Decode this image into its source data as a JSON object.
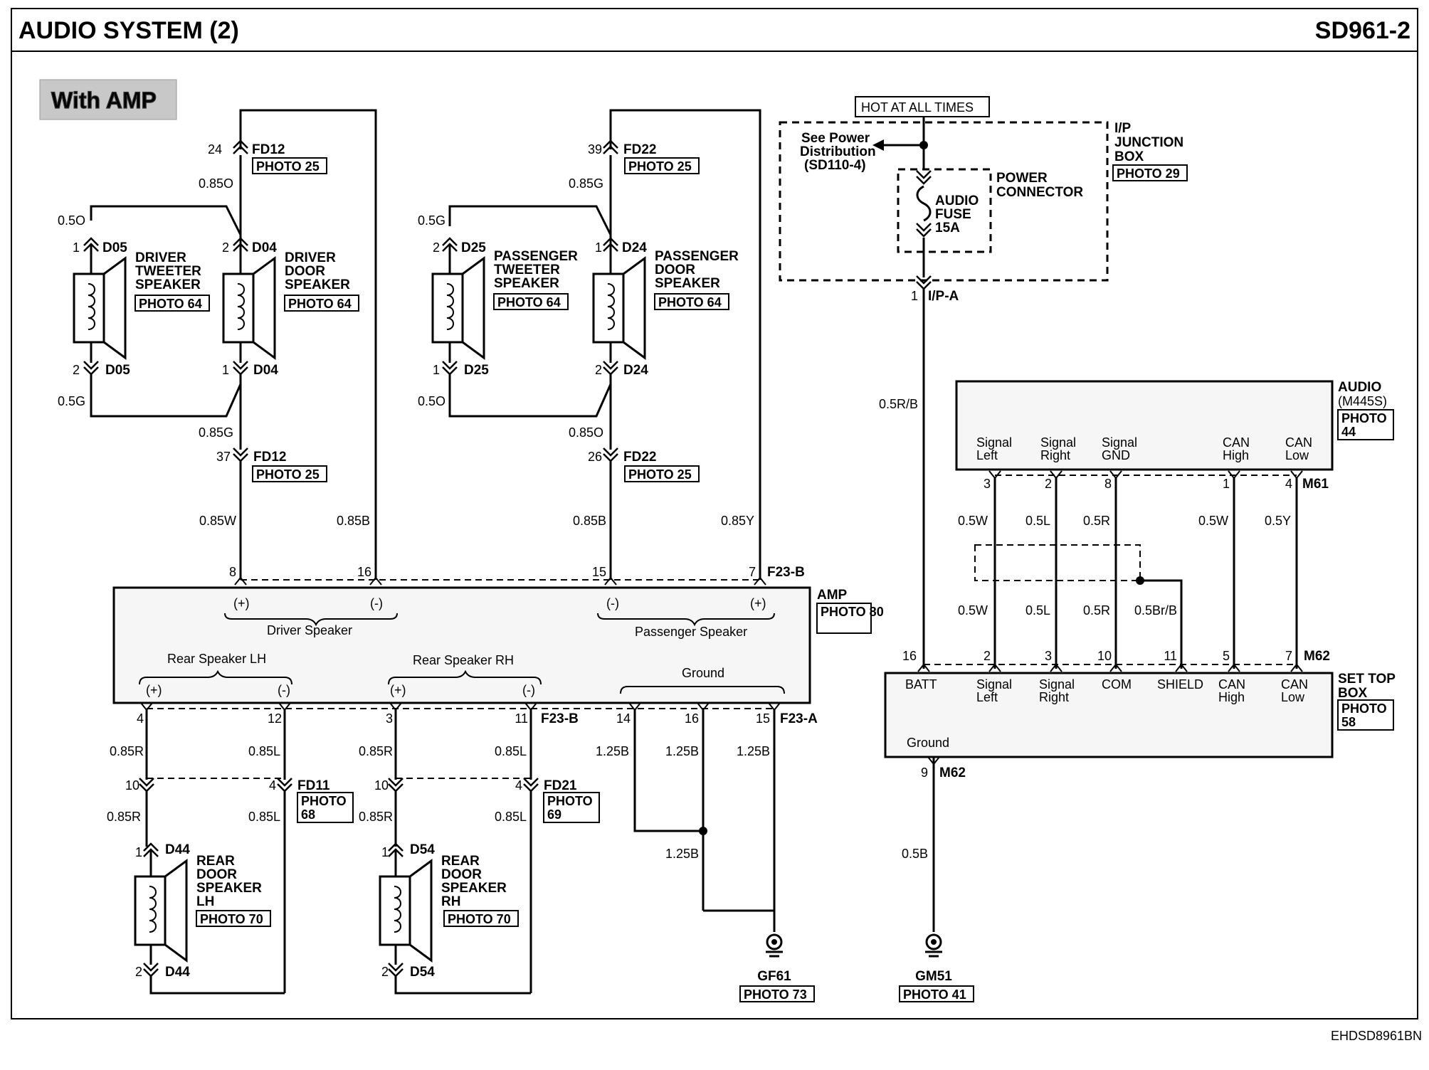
{
  "header": {
    "title": "AUDIO SYSTEM (2)",
    "code": "SD961-2"
  },
  "with_amp": "With AMP",
  "footer_code": "EHDSD8961BN",
  "hot": "HOT AT ALL TIMES",
  "ipjb": {
    "l1": "I/P",
    "l2": "JUNCTION",
    "l3": "BOX",
    "photo": "PHOTO 29"
  },
  "see_power": {
    "l1": "See Power",
    "l2": "Distribution",
    "l3": "(SD110-4)"
  },
  "fuse": {
    "l1": "AUDIO",
    "l2": "FUSE",
    "l3": "15A"
  },
  "power_conn": {
    "l1": "POWER",
    "l2": "CONNECTOR"
  },
  "ipa": {
    "pin": "1",
    "name": "I/P-A",
    "wire": "0.5R/B"
  },
  "spk": {
    "dtw": {
      "l1": "DRIVER",
      "l2": "TWEETER",
      "l3": "SPEAKER",
      "photo": "PHOTO 64",
      "top_conn": "D05",
      "top_pin": "1",
      "bot_conn": "D05",
      "bot_pin": "2",
      "top_wire": "0.5O",
      "bot_wire": "0.5G"
    },
    "dds": {
      "l1": "DRIVER",
      "l2": "DOOR",
      "l3": "SPEAKER",
      "photo": "PHOTO 64",
      "top_conn": "D04",
      "top_pin": "2",
      "bot_conn": "D04",
      "bot_pin": "1"
    },
    "ptw": {
      "l1": "PASSENGER",
      "l2": "TWEETER",
      "l3": "SPEAKER",
      "photo": "PHOTO 64",
      "top_conn": "D25",
      "top_pin": "2",
      "bot_conn": "D25",
      "bot_pin": "1",
      "top_wire": "0.5G",
      "bot_wire": "0.5O"
    },
    "pds": {
      "l1": "PASSENGER",
      "l2": "DOOR",
      "l3": "SPEAKER",
      "photo": "PHOTO 64",
      "top_conn": "D24",
      "top_pin": "1",
      "bot_conn": "D24",
      "bot_pin": "2"
    },
    "rlh": {
      "l1": "REAR",
      "l2": "DOOR",
      "l3": "SPEAKER",
      "l4": "LH",
      "photo": "PHOTO 70",
      "top_conn": "D44",
      "top_pin": "1",
      "bot_conn": "D44",
      "bot_pin": "2"
    },
    "rrh": {
      "l1": "REAR",
      "l2": "DOOR",
      "l3": "SPEAKER",
      "l4": "RH",
      "photo": "PHOTO 70",
      "top_conn": "D54",
      "top_pin": "1",
      "bot_conn": "D54",
      "bot_pin": "2"
    }
  },
  "fd12": {
    "name": "FD12",
    "photo": "PHOTO 25",
    "pin_top": "24",
    "pin_bot": "37",
    "wire_top": "0.85O",
    "wire_bot": "0.85G"
  },
  "fd22": {
    "name": "FD22",
    "photo": "PHOTO 25",
    "pin_top": "39",
    "pin_bot": "26",
    "wire_top": "0.85G",
    "wire_bot": "0.85O"
  },
  "drv_wires": {
    "w1": "0.85W",
    "w2": "0.85B"
  },
  "pas_wires": {
    "w1": "0.85B",
    "w2": "0.85Y"
  },
  "f23b_top": {
    "name": "F23-B",
    "p8": "8",
    "p16": "16",
    "p15": "15",
    "p7": "7"
  },
  "amp": {
    "name": "AMP",
    "photo": "PHOTO 80",
    "plus": "(+)",
    "minus": "(-)",
    "driver": "Driver Speaker",
    "passenger": "Passenger Speaker",
    "rear_lh": "Rear Speaker LH",
    "rear_rh": "Rear Speaker RH",
    "ground": "Ground"
  },
  "f23b_bot": {
    "name": "F23-B",
    "p4": "4",
    "p12": "12",
    "p3": "3",
    "p11": "11"
  },
  "f23a": {
    "name": "F23-A",
    "p14": "14",
    "p16": "16",
    "p15": "15"
  },
  "rear_wires": {
    "a": "0.85R",
    "b": "0.85L",
    "c": "0.85R",
    "d": "0.85L",
    "a2": "0.85R",
    "b2": "0.85L",
    "c2": "0.85R",
    "d2": "0.85L"
  },
  "fd11": {
    "name": "FD11",
    "photo_l1": "PHOTO",
    "photo_l2": "68",
    "p10": "10",
    "p4": "4"
  },
  "fd21": {
    "name": "FD21",
    "photo_l1": "PHOTO",
    "photo_l2": "69",
    "p10": "10",
    "p4": "4"
  },
  "gnd_wires": {
    "a": "1.25B",
    "b": "1.25B",
    "c": "1.25B",
    "d": "1.25B"
  },
  "gf61": {
    "name": "GF61",
    "photo": "PHOTO 73"
  },
  "gm51": {
    "name": "GM51",
    "photo": "PHOTO 41"
  },
  "audio_unit": {
    "l1": "AUDIO",
    "l2": "(M445S)",
    "photo_l1": "PHOTO",
    "photo_l2": "44",
    "t1a": "Signal",
    "t1b": "Left",
    "t2a": "Signal",
    "t2b": "Right",
    "t3a": "Signal",
    "t3b": "GND",
    "t4a": "CAN",
    "t4b": "High",
    "t5a": "CAN",
    "t5b": "Low",
    "p3": "3",
    "p2": "2",
    "p8": "8",
    "p1": "1",
    "p4": "4",
    "conn": "M61"
  },
  "mid_wires": {
    "w1": "0.5W",
    "w2": "0.5L",
    "w3": "0.5R",
    "w4": "0.5W",
    "w5": "0.5Y",
    "v1": "0.5W",
    "v2": "0.5L",
    "v3": "0.5R",
    "v4": "0.5Br/B"
  },
  "stb": {
    "l1": "SET TOP",
    "l2": "BOX",
    "photo_l1": "PHOTO",
    "photo_l2": "58",
    "batt": "BATT",
    "sla": "Signal",
    "slb": "Left",
    "sra": "Signal",
    "srb": "Right",
    "com": "COM",
    "shield": "SHIELD",
    "cha": "CAN",
    "chb": "High",
    "cla": "CAN",
    "clb": "Low",
    "ground": "Ground",
    "p16": "16",
    "p2": "2",
    "p3": "3",
    "p10": "10",
    "p11": "11",
    "p5": "5",
    "p7": "7",
    "conn": "M62",
    "gpin": "9",
    "gconn": "M62",
    "gwire": "0.5B"
  }
}
